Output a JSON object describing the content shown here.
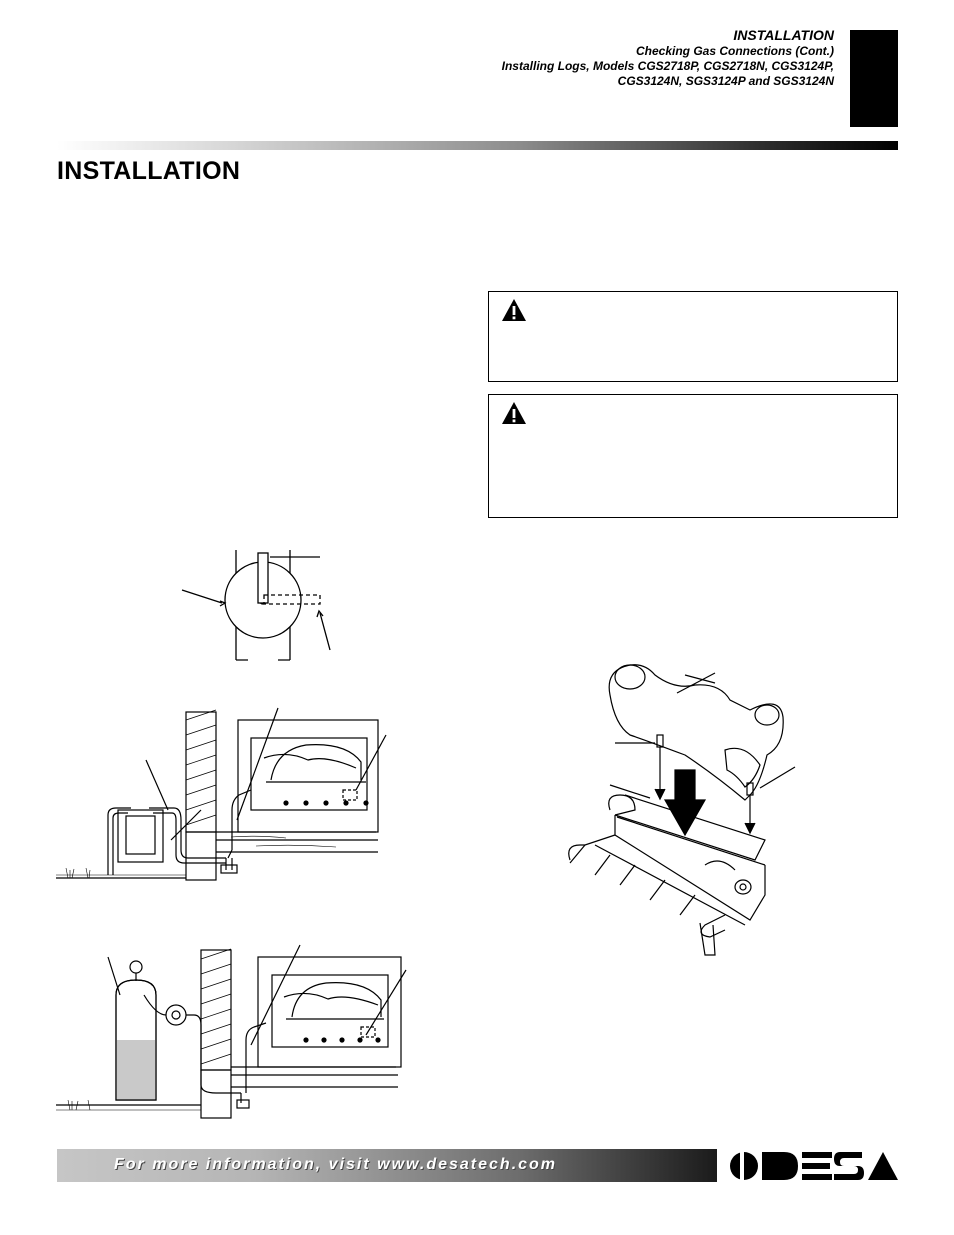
{
  "header": {
    "section": "INSTALLATION",
    "lines": [
      "Checking Gas Connections (Cont.)",
      "Installing Logs, Models CGS2718P, CGS2718N, CGS3124P,",
      "CGS3124N, SGS3124P and SGS3124N"
    ]
  },
  "page_title": "INSTALLATION",
  "warnings": [
    {
      "icon": "warning-triangle-icon"
    },
    {
      "icon": "warning-triangle-icon"
    }
  ],
  "figures": [
    {
      "name": "gas-valve-figure",
      "icon": "valve-handle-diagram"
    },
    {
      "name": "natural-gas-meter-installation-figure",
      "icon": "gas-meter-fireplace-diagram"
    },
    {
      "name": "propane-tank-installation-figure",
      "icon": "propane-tank-fireplace-diagram"
    },
    {
      "name": "log-installation-figure",
      "icon": "log-on-grate-diagram"
    }
  ],
  "footer": {
    "text": "For more information, visit www.desatech.com",
    "logo_text": "DESA",
    "colors": {
      "bar_dark": "#1b1b1b",
      "bar_light": "#c6c6c6",
      "text": "#ffffff"
    }
  }
}
